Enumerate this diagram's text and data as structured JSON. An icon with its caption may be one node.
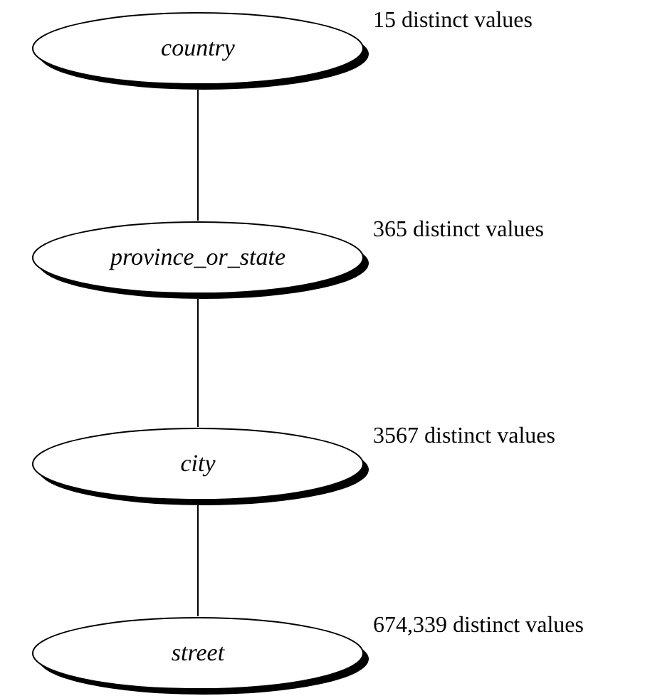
{
  "diagram": {
    "nodes": [
      {
        "text": [
          "country"
        ],
        "beside": [
          "15 distinct values"
        ]
      },
      {
        "text": [
          "province_or_state"
        ],
        "beside": [
          "365 distinct values"
        ]
      },
      {
        "text": [
          "city"
        ],
        "beside": [
          "3567 distinct values"
        ]
      },
      {
        "text": [
          "street"
        ],
        "beside": [
          "674,339 distinct values"
        ]
      }
    ],
    "edges": [
      {
        "from": 0,
        "to": 1,
        "arrow": "none"
      },
      {
        "from": 1,
        "to": 2,
        "arrow": "none"
      },
      {
        "from": 2,
        "to": 3,
        "arrow": "none"
      }
    ]
  }
}
